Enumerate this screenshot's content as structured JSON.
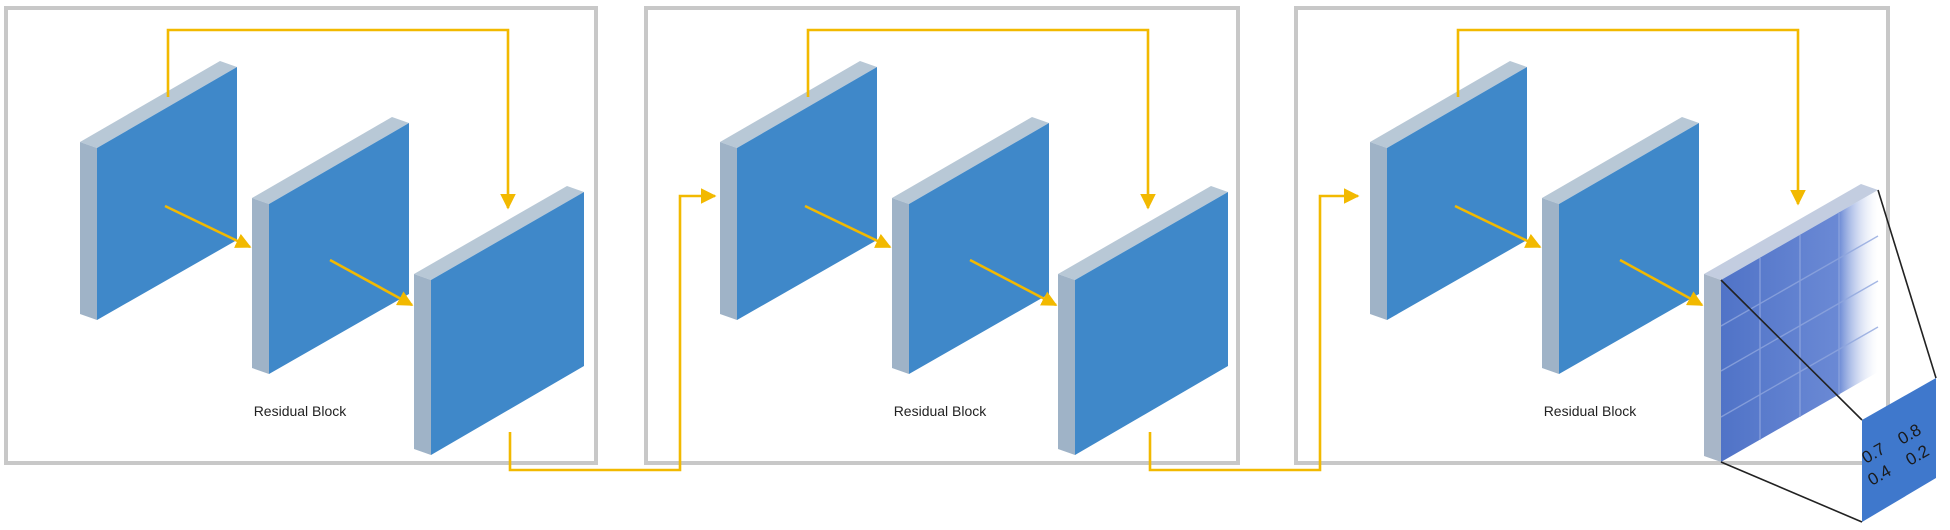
{
  "blocks": [
    {
      "label": "Residual Block"
    },
    {
      "label": "Residual Block"
    },
    {
      "label": "Residual Block"
    }
  ],
  "output_cell_values": [
    "0.7",
    "0.8",
    "0.4",
    "0.2"
  ],
  "colors": {
    "frame": "#c8c8c8",
    "arrow": "#f2b900",
    "layer_face": "#3f88c9",
    "layer_side": "#9fb3c7",
    "layer_top": "#b8c8d6",
    "output_face": "#5073c7",
    "zoom_patch": "#3f78cc",
    "zoom_line": "#222222"
  },
  "icons": [
    "arrow-head-icon"
  ]
}
